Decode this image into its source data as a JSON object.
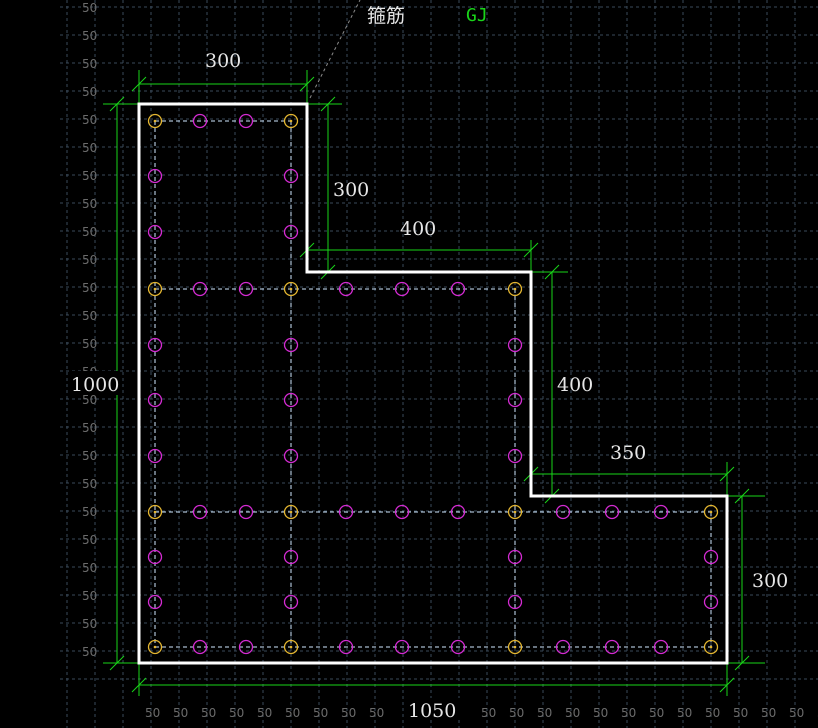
{
  "grid": {
    "tick_label": "50"
  },
  "label": {
    "name": "箍筋",
    "code": "GJ"
  },
  "dimensions": {
    "top": "300",
    "step1_vertical": "300",
    "step1_horizontal": "400",
    "step2_vertical": "400",
    "step2_horizontal": "350",
    "right": "300",
    "left": "1000",
    "bottom": "1050"
  },
  "colors": {
    "background": "#000000",
    "dimension": "#19d419",
    "outline": "#ffffff",
    "corner_bar": "#e4b631",
    "middle_bar": "#d52bd3"
  }
}
